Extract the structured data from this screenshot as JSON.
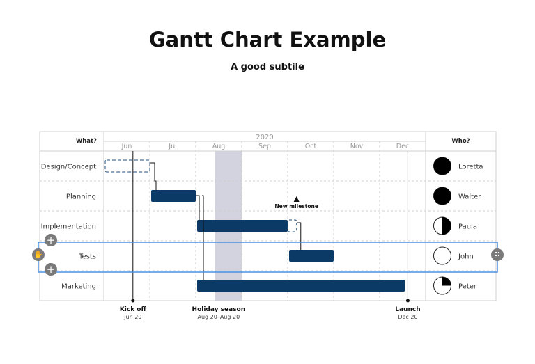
{
  "title": "Gantt Chart Example",
  "subtitle": "A good subtile",
  "chart_data": {
    "type": "gantt",
    "year": "2020",
    "months": [
      "Jun",
      "Jul",
      "Aug",
      "Sep",
      "Oct",
      "Nov",
      "Dec"
    ],
    "columns": {
      "what": "What?",
      "who": "Who?"
    },
    "tasks": [
      {
        "name": "Design/Concept",
        "start": "2020-06-01",
        "end": "2020-06-30",
        "style": "dashed",
        "owner": "Loretta",
        "progress": 1.0
      },
      {
        "name": "Planning",
        "start": "2020-07-01",
        "end": "2020-07-31",
        "style": "solid",
        "owner": "Walter",
        "progress": 1.0
      },
      {
        "name": "Implementation",
        "start": "2020-08-01",
        "end": "2020-09-30",
        "style": "solid",
        "dashed_end": "2020-10-06",
        "owner": "Paula",
        "progress": 0.5
      },
      {
        "name": "Tests",
        "start": "2020-10-01",
        "end": "2020-10-31",
        "style": "solid",
        "owner": "John",
        "progress": 0.0
      },
      {
        "name": "Marketing",
        "start": "2020-08-01",
        "end": "2020-12-17",
        "style": "solid",
        "owner": "Peter",
        "progress": 0.25
      }
    ],
    "milestones": [
      {
        "label": "Kick off",
        "date_label": "Jun 20",
        "date": "2020-06-20"
      },
      {
        "label": "Launch",
        "date_label": "Dec 20",
        "date": "2020-12-20"
      }
    ],
    "periods": [
      {
        "label": "Holiday season",
        "date_label": "Aug 20–Aug 20",
        "start": "2020-08-14",
        "end": "2020-08-31"
      }
    ],
    "annotations": [
      {
        "label": "New milestone",
        "date": "2020-10-06",
        "row": "Planning"
      }
    ],
    "selected_row": "Tests",
    "colors": {
      "bar": "#0b3a66",
      "period": "#d2d3de",
      "selection": "#4a90e2",
      "grid": "#cfcfcf"
    }
  }
}
